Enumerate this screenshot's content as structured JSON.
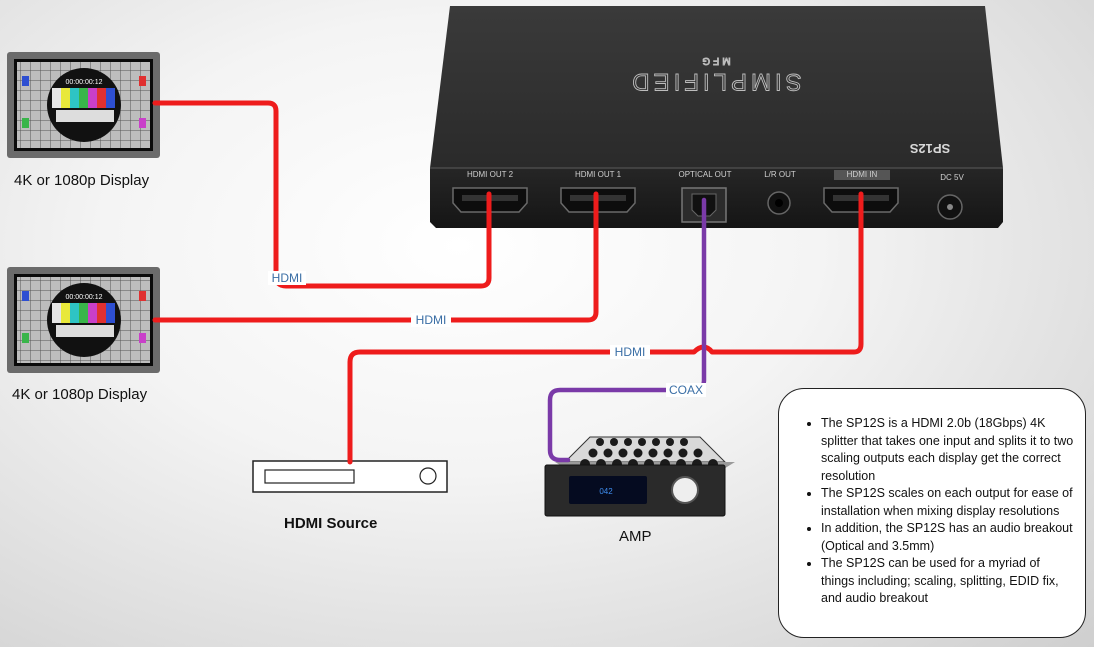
{
  "device": {
    "brand": "SIMPLIFIED",
    "brand_sub": "MFG",
    "model": "SP12S",
    "ports": [
      "HDMI OUT 2",
      "HDMI OUT 1",
      "OPTICAL OUT",
      "L/R OUT",
      "HDMI IN",
      "DC 5V"
    ]
  },
  "displays": [
    {
      "label": "4K or 1080p Display",
      "timecode": "00:00:00:12"
    },
    {
      "label": "4K or 1080p Display",
      "timecode": "00:00:00:12"
    }
  ],
  "source": {
    "label": "HDMI Source"
  },
  "amp": {
    "label": "AMP",
    "readout": "042"
  },
  "wires": {
    "hdmi_1": "HDMI",
    "hdmi_2": "HDMI",
    "hdmi_3": "HDMI",
    "coax": "COAX"
  },
  "colors": {
    "hdmi": "#ee1c1c",
    "coax": "#7a3aa8"
  },
  "notes": [
    "The SP12S is a HDMI 2.0b (18Gbps) 4K splitter that takes one input and splits it to two scaling outputs each display get the correct resolution",
    "The SP12S scales on each output for ease of installation when mixing display resolutions",
    "In addition, the SP12S has an audio breakout (Optical and 3.5mm)",
    "The SP12S can be used for a myriad of things including; scaling, splitting, EDID fix, and audio breakout"
  ]
}
